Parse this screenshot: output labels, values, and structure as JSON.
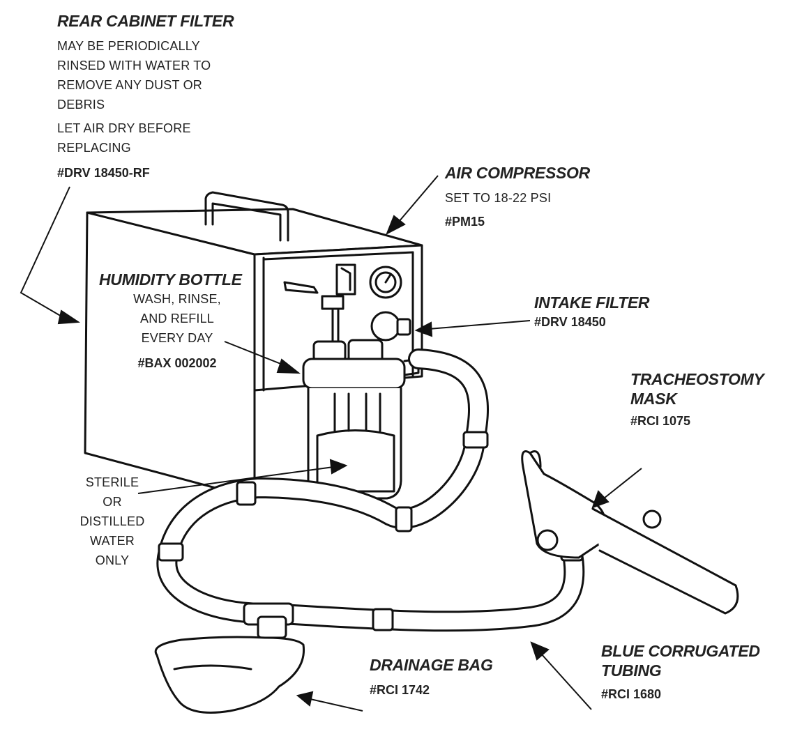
{
  "callouts": {
    "rear_cabinet_filter": {
      "title": "REAR CABINET FILTER",
      "lines": [
        "MAY BE PERIODICALLY",
        "RINSED WITH WATER TO",
        "REMOVE ANY DUST OR",
        "DEBRIS"
      ],
      "lines2": [
        "LET AIR DRY BEFORE",
        "REPLACING"
      ],
      "part": "#DRV 18450-RF"
    },
    "air_compressor": {
      "title": "AIR COMPRESSOR",
      "lines": [
        "SET TO 18-22 PSI"
      ],
      "part": "#PM15"
    },
    "humidity_bottle": {
      "title": "HUMIDITY BOTTLE",
      "lines": [
        "WASH, RINSE,",
        "AND REFILL",
        "EVERY DAY"
      ],
      "part": "#BAX 002002"
    },
    "intake_filter": {
      "title": "INTAKE FILTER",
      "part": "#DRV 18450"
    },
    "tracheostomy_mask": {
      "title_lines": [
        "TRACHEOSTOMY",
        "MASK"
      ],
      "part": "#RCI 1075"
    },
    "sterile_water": {
      "lines": [
        "STERILE",
        "OR",
        "DISTILLED",
        "WATER",
        "ONLY"
      ]
    },
    "drainage_bag": {
      "title": "DRAINAGE BAG",
      "part": "#RCI 1742"
    },
    "blue_tubing": {
      "title_lines": [
        "BLUE CORRUGATED",
        "TUBING"
      ],
      "part": "#RCI 1680"
    }
  }
}
